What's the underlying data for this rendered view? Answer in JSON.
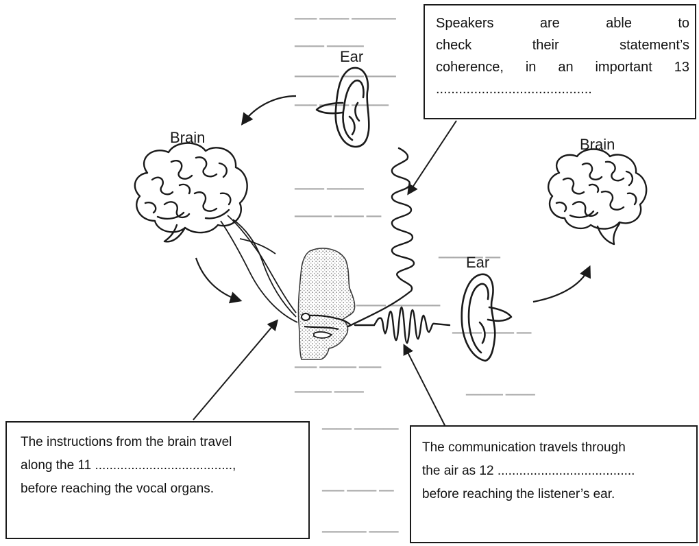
{
  "labels": {
    "ear_top": "Ear",
    "brain_left": "Brain",
    "brain_right": "Brain",
    "ear_right": "Ear"
  },
  "boxes": {
    "top": {
      "line1": "Speakers are able to",
      "line2": "check their statement’s",
      "line3": "coherence, in an important 13",
      "line4": "........................................."
    },
    "left": {
      "line1": "The instructions from the brain travel",
      "line2": "along the 11 ......................................,",
      "line3": "before reaching the vocal organs."
    },
    "right": {
      "line1": "The communication travels through",
      "line2": "the air as 12 ......................................",
      "line3": "before reaching the listener’s ear."
    }
  },
  "colors": {
    "ink": "#1a1a1a",
    "faded_background_text": "#ababab",
    "head_stipple": "#8a8a8a"
  }
}
